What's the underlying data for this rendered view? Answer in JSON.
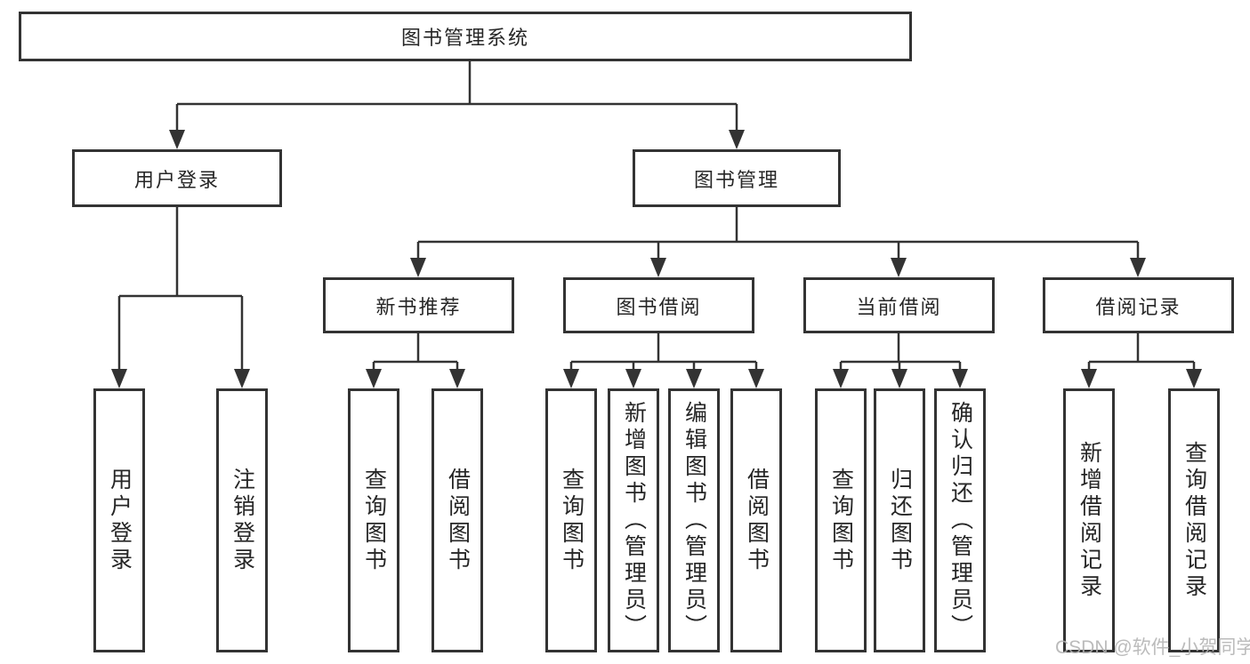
{
  "tree": {
    "root": {
      "label": "图书管理系统"
    },
    "level2": [
      {
        "label": "用户登录"
      },
      {
        "label": "图书管理"
      }
    ],
    "level3": [
      {
        "label": "新书推荐"
      },
      {
        "label": "图书借阅"
      },
      {
        "label": "当前借阅"
      },
      {
        "label": "借阅记录"
      }
    ],
    "leaves": {
      "user_login": [
        {
          "label": "用户登录"
        },
        {
          "label": "注销登录"
        }
      ],
      "new_book": [
        {
          "label": "查询图书"
        },
        {
          "label": "借阅图书"
        }
      ],
      "borrow": [
        {
          "label": "查询图书"
        },
        {
          "label": "新增图书（管理员）"
        },
        {
          "label": "编辑图书（管理员）"
        },
        {
          "label": "借阅图书"
        }
      ],
      "current": [
        {
          "label": "查询图书"
        },
        {
          "label": "归还图书"
        },
        {
          "label": "确认归还（管理员）"
        }
      ],
      "records": [
        {
          "label": "新增借阅记录"
        },
        {
          "label": "查询借阅记录"
        }
      ]
    }
  },
  "watermark": {
    "text": "CSDN @软件_小贺同学"
  },
  "colors": {
    "line": "#333333",
    "text": "#262626",
    "box_fill": "#ffffff",
    "watermark": "#b2b2b2",
    "background": "#ffffff"
  }
}
